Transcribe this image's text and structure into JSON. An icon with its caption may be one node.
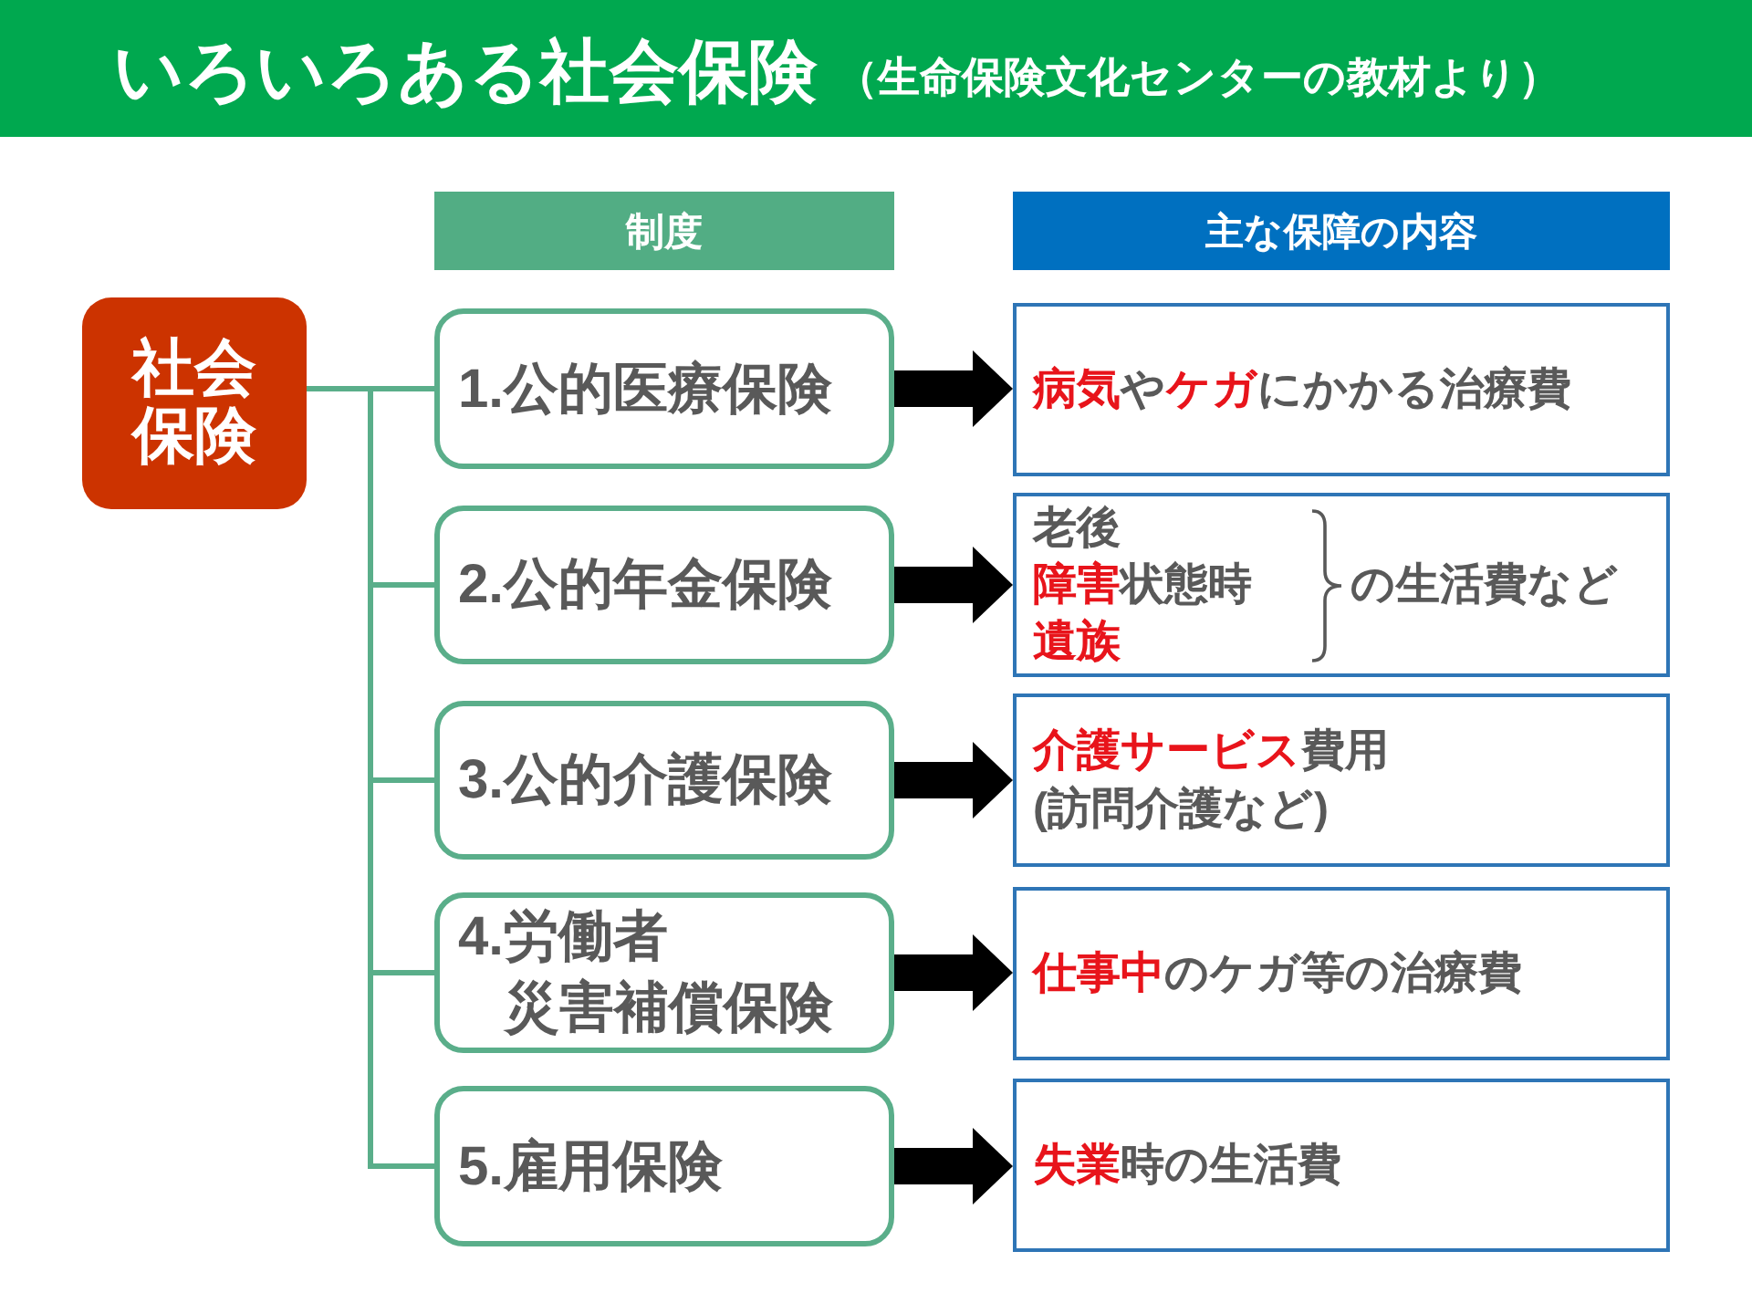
{
  "diagram": {
    "title": "いろいろある社会保険",
    "nodes": [
      {
        "text": [
          "制度"
        ]
      },
      {
        "text": [
          "主な保障の内容"
        ]
      },
      {
        "text": [
          "社会保険"
        ]
      },
      {
        "text": [
          "1.公的医療保険"
        ]
      },
      {
        "text": [
          "2.公的年金保険"
        ]
      },
      {
        "text": [
          "3.公的介護保険"
        ]
      },
      {
        "text": [
          "4.労働者災害補償保険"
        ]
      },
      {
        "text": [
          "5.雇用保険"
        ]
      },
      {
        "text": [
          "**病気**や**ケガ**にかかる治療費"
        ]
      },
      {
        "text": [
          "老後",
          "**障害**状態時",
          "**遺族**",
          "の生活費など"
        ]
      },
      {
        "text": [
          "**介護サービス**費用(訪問介護など)"
        ]
      },
      {
        "text": [
          "**仕事中**のケガ等の治療費"
        ]
      },
      {
        "text": [
          "**失業**時の生活費"
        ]
      }
    ],
    "edges": [
      {
        "from": 2,
        "to": 3,
        "arrow": "none",
        "color": "#5aae8a"
      },
      {
        "from": 2,
        "to": 4,
        "arrow": "none",
        "color": "#5aae8a"
      },
      {
        "from": 2,
        "to": 5,
        "arrow": "none",
        "color": "#5aae8a"
      },
      {
        "from": 2,
        "to": 6,
        "arrow": "none",
        "color": "#5aae8a"
      },
      {
        "from": 2,
        "to": 7,
        "arrow": "none",
        "color": "#5aae8a"
      },
      {
        "from": 3,
        "to": 8,
        "arrow": "to",
        "style": "thick",
        "color": "#000000"
      },
      {
        "from": 4,
        "to": 9,
        "arrow": "to",
        "style": "thick",
        "color": "#000000"
      },
      {
        "from": 5,
        "to": 10,
        "arrow": "to",
        "style": "thick",
        "color": "#000000"
      },
      {
        "from": 6,
        "to": 11,
        "arrow": "to",
        "style": "thick",
        "color": "#000000"
      },
      {
        "from": 7,
        "to": 12,
        "arrow": "to",
        "style": "thick",
        "color": "#000000"
      }
    ],
    "labels": [
      "（生命保険文化センターの教材より）"
    ]
  }
}
